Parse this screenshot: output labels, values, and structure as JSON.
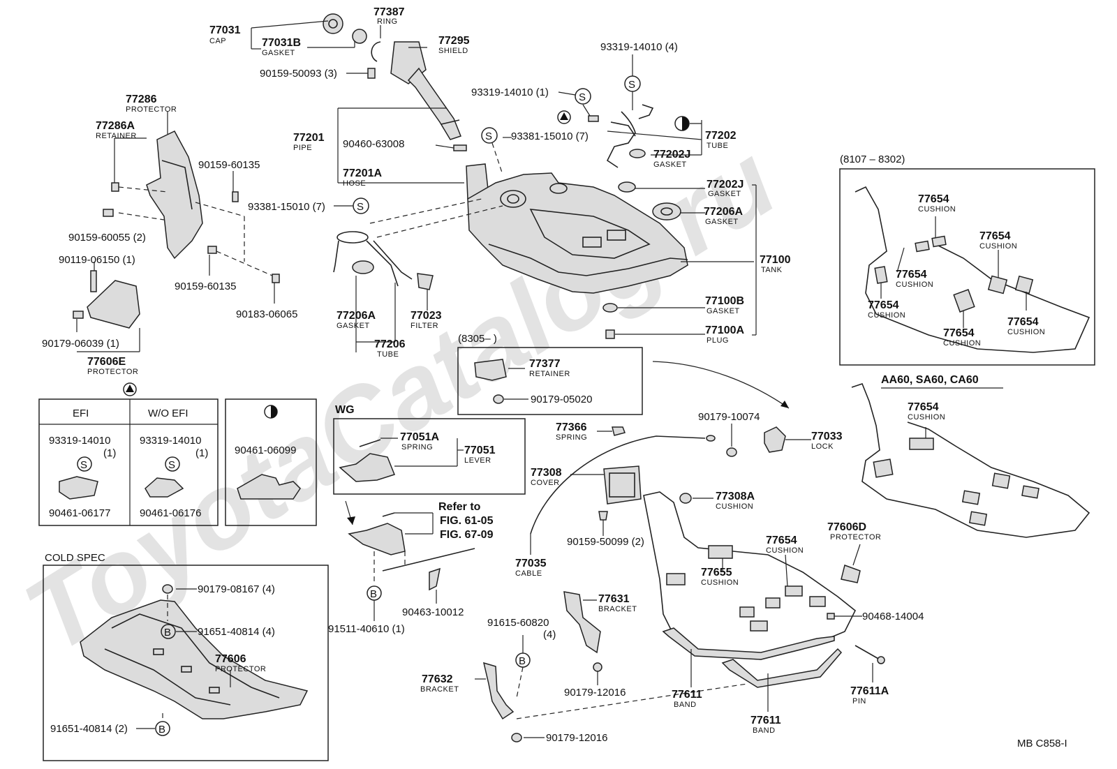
{
  "watermark": "ToyotaCatalog.ru",
  "doc_code": "MB C858-I",
  "section_headers": {
    "range_8107_8302": "(8107 – 8302)",
    "aa60": "AA60, SA60, CA60",
    "range_8305": "(8305–        )",
    "wg": "WG",
    "cold_spec": "COLD SPEC"
  },
  "efi_table": {
    "col1": "EFI",
    "col2": "W/O EFI",
    "c1_part": "93319-14010",
    "c1_qty": "(1)",
    "c1_bottom": "90461-06177",
    "c2_part": "93319-14010",
    "c2_qty": "(1)",
    "c2_bottom": "90461-06176",
    "c3_part": "90461-06099"
  },
  "labels": {
    "p77031": "77031",
    "p77031_s": "CAP",
    "p77031B": "77031B",
    "p77031B_s": "GASKET",
    "p77387": "77387",
    "p77387_s": "RING",
    "p77295": "77295",
    "p77295_s": "SHIELD",
    "p90159_50093": "90159-50093 (3)",
    "p93319_4_top": "93319-14010 (4)",
    "p93319_1": "93319-14010 (1)",
    "p77286": "77286",
    "p77286_s": "PROTECTOR",
    "p77286A": "77286A",
    "p77286A_s": "RETAINER",
    "p90159_60135a": "90159-60135",
    "p90159_60055": "90159-60055 (2)",
    "p90119": "90119-06150 (1)",
    "p90159_60135b": "90159-60135",
    "p90183": "90183-06065",
    "p90179_06039": "90179-06039 (1)",
    "p77606E": "77606E",
    "p77606E_s": "PROTECTOR",
    "p77201": "77201",
    "p77201_s": "PIPE",
    "p90460": "90460-63008",
    "p93381_7a": "93381-15010 (7)",
    "p77201A": "77201A",
    "p77201A_s": "HOSE",
    "p77202": "77202",
    "p77202_s": "TUBE",
    "p77202J_a": "77202J",
    "p77202J_a_s": "GASKET",
    "p77202J_b": "77202J",
    "p77202J_b_s": "GASKET",
    "p77206A_r": "77206A",
    "p77206A_r_s": "GASKET",
    "p93381_7b": "93381-15010 (7)",
    "p77100": "77100",
    "p77100_s": "TANK",
    "p77100B": "77100B",
    "p77100B_s": "GASKET",
    "p77100A": "77100A",
    "p77100A_s": "PLUG",
    "p77206A_l": "77206A",
    "p77206A_l_s": "GASKET",
    "p77023": "77023",
    "p77023_s": "FILTER",
    "p77206": "77206",
    "p77206_s": "TUBE",
    "p77654_a": "77654",
    "p77654_a_s": "CUSHION",
    "p77654_b": "77654",
    "p77654_b_s": "CUSHION",
    "p77654_c": "77654",
    "p77654_c_s": "CUSHION",
    "p77654_d": "77654",
    "p77654_d_s": "CUSHION",
    "p77654_e": "77654",
    "p77654_e_s": "CUSHION",
    "p77654_f": "77654",
    "p77654_f_s": "CUSHION",
    "p77654_g": "77654",
    "p77654_g_s": "CUSHION",
    "p77377": "77377",
    "p77377_s": "RETAINER",
    "p90179_05020": "90179-05020",
    "p77051A": "77051A",
    "p77051A_s": "SPRING",
    "p77051": "77051",
    "p77051_s": "LEVER",
    "refer_to": "Refer to",
    "fig1": "FIG. 61-05",
    "fig2": "FIG. 67-09",
    "p91511": "91511-40610 (1)",
    "p90463": "90463-10012",
    "p77366": "77366",
    "p77366_s": "SPRING",
    "p90179_10074": "90179-10074",
    "p77033": "77033",
    "p77033_s": "LOCK",
    "p77308": "77308",
    "p77308_s": "COVER",
    "p77308A": "77308A",
    "p77308A_s": "CUSHION",
    "p90159_50099": "90159-50099 (2)",
    "p77035": "77035",
    "p77035_s": "CABLE",
    "p77606D": "77606D",
    "p77606D_s": "PROTECTOR",
    "p77654_h": "77654",
    "p77654_h_s": "CUSHION",
    "p77655": "77655",
    "p77655_s": "CUSHION",
    "p90468": "90468-14004",
    "p77631": "77631",
    "p77631_s": "BRACKET",
    "p91615": "91615-60820",
    "p91615_q": "(4)",
    "p77632": "77632",
    "p77632_s": "BRACKET",
    "p90179_12016a": "90179-12016",
    "p90179_12016b": "90179-12016",
    "p77611_a": "77611",
    "p77611_a_s": "BAND",
    "p77611_b": "77611",
    "p77611_b_s": "BAND",
    "p77611A": "77611A",
    "p77611A_s": "PIN",
    "p90179_08167": "90179-08167 (4)",
    "p91651_4": "91651-40814 (4)",
    "p77606": "77606",
    "p77606_s": "PROTECTOR",
    "p91651_2": "91651-40814 (2)"
  },
  "symbols": {
    "s": "S",
    "b": "B"
  }
}
